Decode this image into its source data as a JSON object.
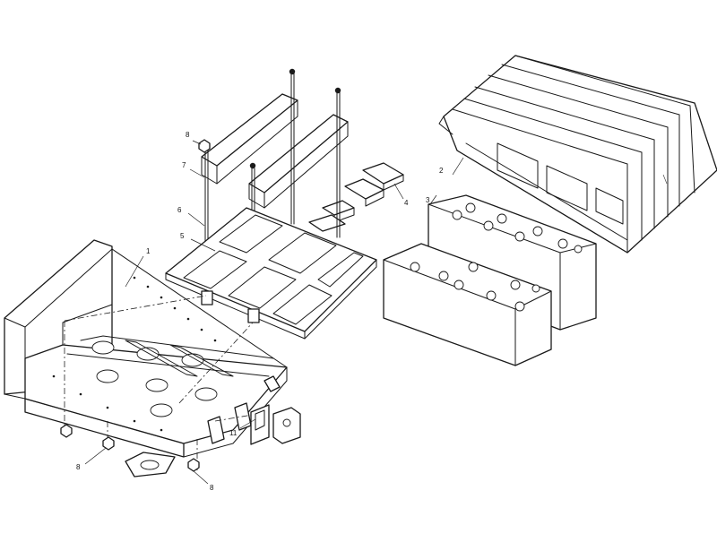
{
  "diagram": {
    "callouts": {
      "frame": "1",
      "cover": "2",
      "batteries": "3",
      "bracket": "4",
      "tray": "5",
      "rod": "6",
      "clamp": "7",
      "nut_top": "8",
      "nut_left": "8",
      "nut_bottom": "8",
      "switch": "11"
    },
    "colors": {
      "line": "#1a1a1a",
      "background": "#ffffff"
    }
  }
}
